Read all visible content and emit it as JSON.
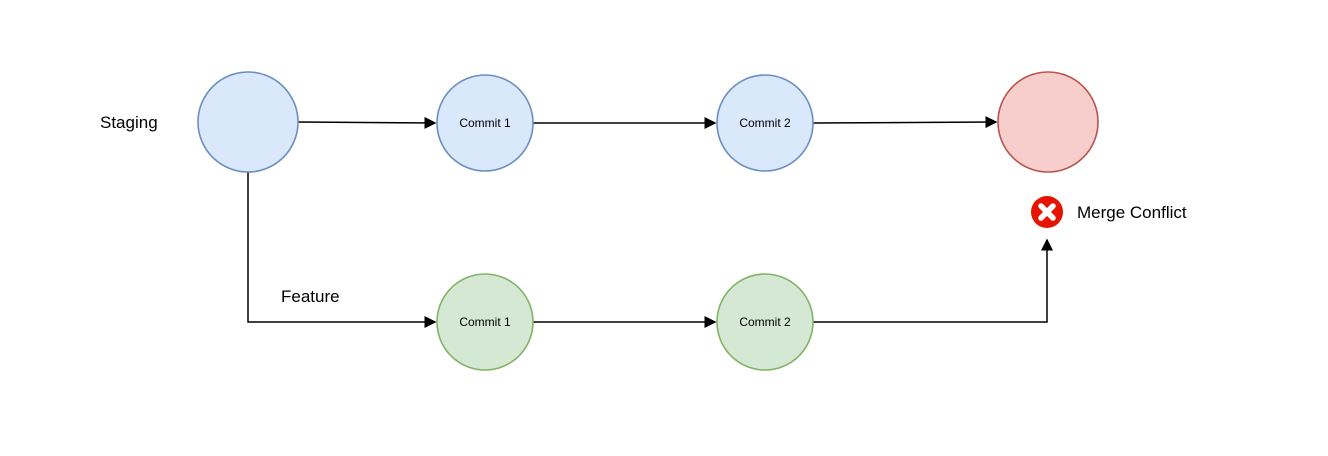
{
  "diagram": {
    "type": "git-branch-merge-conflict-diagram",
    "background": "#ffffff"
  },
  "staging": {
    "label": "Staging",
    "node_fill": "#dae8fc",
    "node_stroke": "#6c8ebf",
    "commits": [
      {
        "label": "Commit 1"
      },
      {
        "label": "Commit 2"
      }
    ]
  },
  "feature": {
    "label": "Feature",
    "node_fill": "#d5e8d4",
    "node_stroke": "#82b366",
    "commits": [
      {
        "label": "Commit 1"
      },
      {
        "label": "Commit 2"
      }
    ]
  },
  "conflict": {
    "label": "Merge Conflict",
    "label_color": "#990000",
    "node_fill": "#f8cecc",
    "node_stroke": "#b85450",
    "icon": "error-x-icon",
    "icon_fill": "#e51400"
  },
  "edge_color": "#000000"
}
